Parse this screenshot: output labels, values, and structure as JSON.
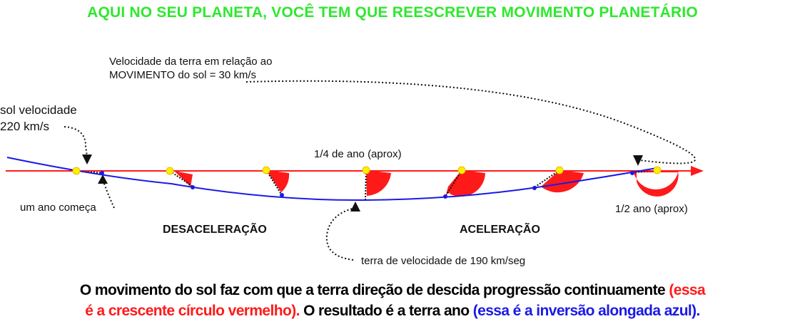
{
  "title": "AQUI NO SEU PLANETA, VOCÊ TEM QUE REESCREVER MOVIMENTO PLANETÁRIO",
  "labels": {
    "earth_speed_line1": "Velocidade da terra em relação ao",
    "earth_speed_line2": "MOVIMENTO  do  sol  =  30  km/s",
    "sun_speed_line1": "sol velocidade",
    "sun_speed_line2": "220 km/s",
    "quarter_year": "1/4 de ano (aprox)",
    "half_year": "1/2 ano (aprox)",
    "year_begins": "um ano começa",
    "deceleration": "DESACELERAÇÃO",
    "acceleration": "ACELERAÇÃO",
    "earth_speed_190": "terra de velocidade de 190 km/seg"
  },
  "bottom": {
    "line1_black": "O movimento do sol faz com que a terra  direção de descida progressão continuamente ",
    "line1_red": "(essa",
    "line2_red": "é a crescente círculo vermelho).",
    "line2_black": "  O resultado é a terra ano ",
    "line2_blue": "(essa é a inversão alongada azul)."
  },
  "colors": {
    "title": "#2ee82e",
    "sun_path": "#ff1a1a",
    "earth_path": "#1a1ae6",
    "sun": "#ffee00",
    "crescent": "#ff1a1a"
  }
}
